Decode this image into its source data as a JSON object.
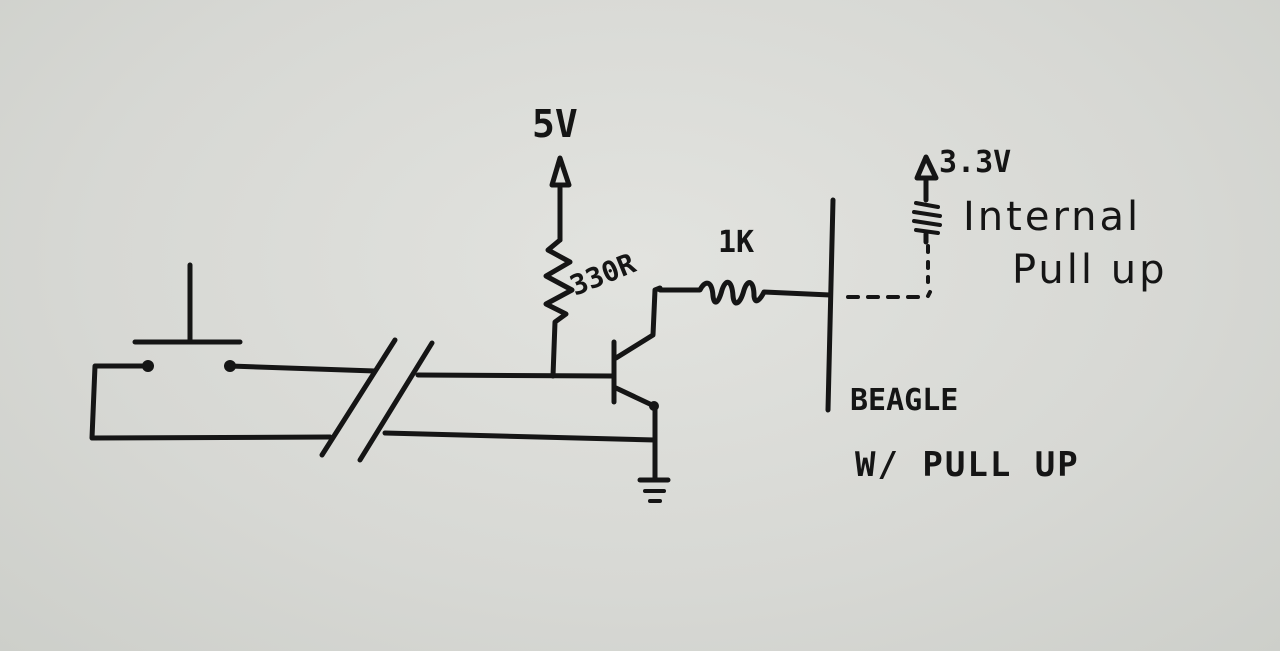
{
  "labels": {
    "supply_5v": "5V",
    "supply_3v3": "3.3V",
    "base_resistor": "330R",
    "collector_resistor": "1K",
    "internal_pullup_line1": "Internal",
    "internal_pullup_line2": "Pull up",
    "board_line1": "BEAGLE",
    "board_line2": "W/ PULL UP"
  }
}
